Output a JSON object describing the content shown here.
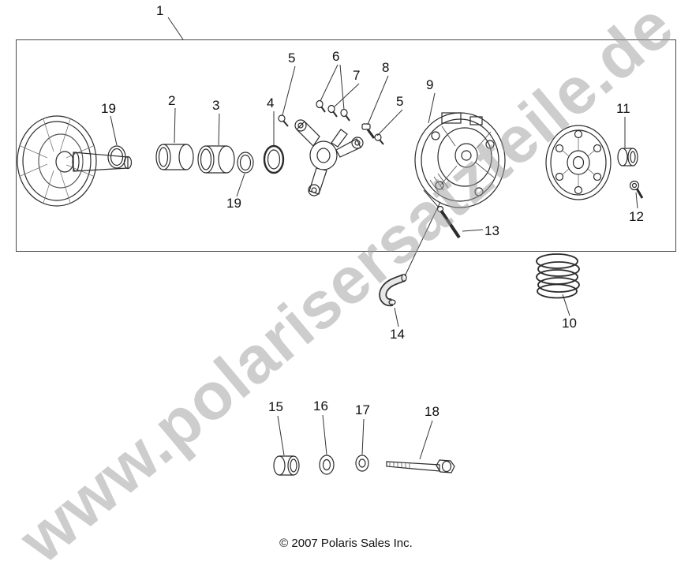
{
  "callouts": [
    {
      "label": "1"
    },
    {
      "label": "19"
    },
    {
      "label": "2"
    },
    {
      "label": "3"
    },
    {
      "label": "4"
    },
    {
      "label": "5"
    },
    {
      "label": "6"
    },
    {
      "label": "7"
    },
    {
      "label": "8"
    },
    {
      "label": "5"
    },
    {
      "label": "9"
    },
    {
      "label": "11"
    },
    {
      "label": "19"
    },
    {
      "label": "13"
    },
    {
      "label": "12"
    },
    {
      "label": "14"
    },
    {
      "label": "10"
    },
    {
      "label": "15"
    },
    {
      "label": "16"
    },
    {
      "label": "17"
    },
    {
      "label": "18"
    }
  ],
  "watermark": {
    "text": "www.polarisersatzteile.de"
  },
  "footer": {
    "copyright": "© 2007 Polaris Sales Inc."
  }
}
